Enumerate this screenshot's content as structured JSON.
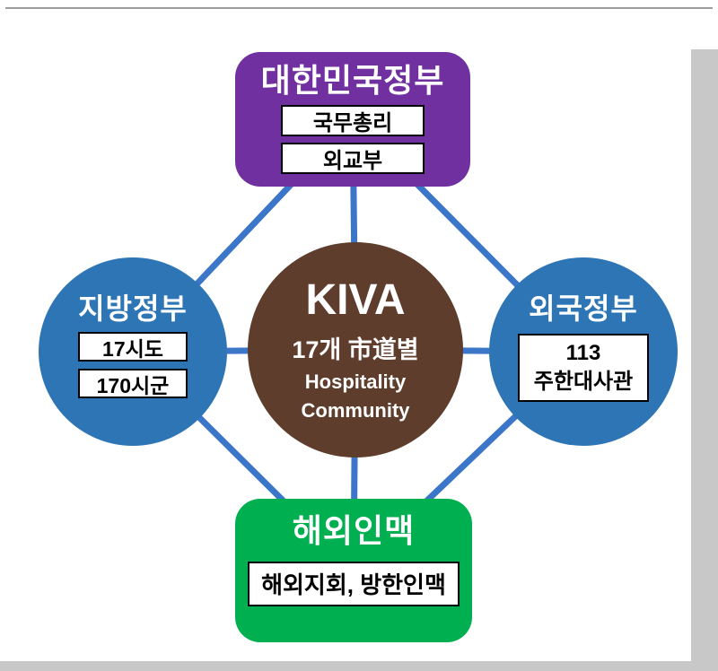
{
  "diagram": {
    "connector_color": "#3b76c8",
    "top": {
      "title": "대한민국정부",
      "color": "#7030a0",
      "items": [
        "국무총리",
        "외교부"
      ]
    },
    "left": {
      "title": "지방정부",
      "color": "#2e75b6",
      "items": [
        "17시도",
        "170시군"
      ]
    },
    "center": {
      "title": "KIVA",
      "subtitle": "17개 市道별",
      "line3": "Hospitality",
      "line4": "Community",
      "color": "#5e3d2c"
    },
    "right": {
      "title": "외국정부",
      "color": "#2e75b6",
      "box_line1": "113",
      "box_line2": "주한대사관"
    },
    "bottom": {
      "title": "해외인맥",
      "color": "#00b050",
      "items": [
        "해외지회, 방한인맥"
      ]
    }
  }
}
